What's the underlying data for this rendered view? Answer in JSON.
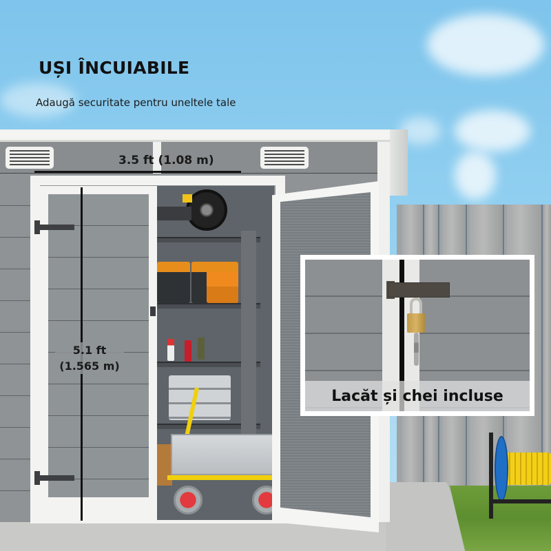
{
  "header": {
    "title": "UȘI ÎNCUIABILE",
    "subtitle": "Adaugă securitate pentru uneltele tale"
  },
  "dimensions": {
    "width_label": "3.5 ft (1.08 m)",
    "height_label_ft": "5.1 ft",
    "height_label_m": "(1.565 m)"
  },
  "callout": {
    "caption": "Lacăt și chei incluse",
    "icon": "padlock-with-keys"
  },
  "scene": {
    "product": "outdoor storage shed with double lockable doors",
    "door_state": "right door open",
    "interior_items": [
      "leaf blower",
      "orange toolboxes",
      "storage bins",
      "bottles",
      "yellow wagon with red wheels",
      "cardboard box"
    ],
    "background": [
      "blue sky with clouds",
      "wooden fence",
      "grass lawn",
      "hose reel"
    ]
  },
  "colors": {
    "sky": "#8fcdee",
    "siding": "#8f9396",
    "trim": "#f3f3f1",
    "text": "#111111",
    "toolbox_orange": "#e78d1b",
    "wagon_yellow": "#f0d00e",
    "wheel_red": "#e23a3e",
    "hose_reel_blue": "#1f6fc7"
  }
}
